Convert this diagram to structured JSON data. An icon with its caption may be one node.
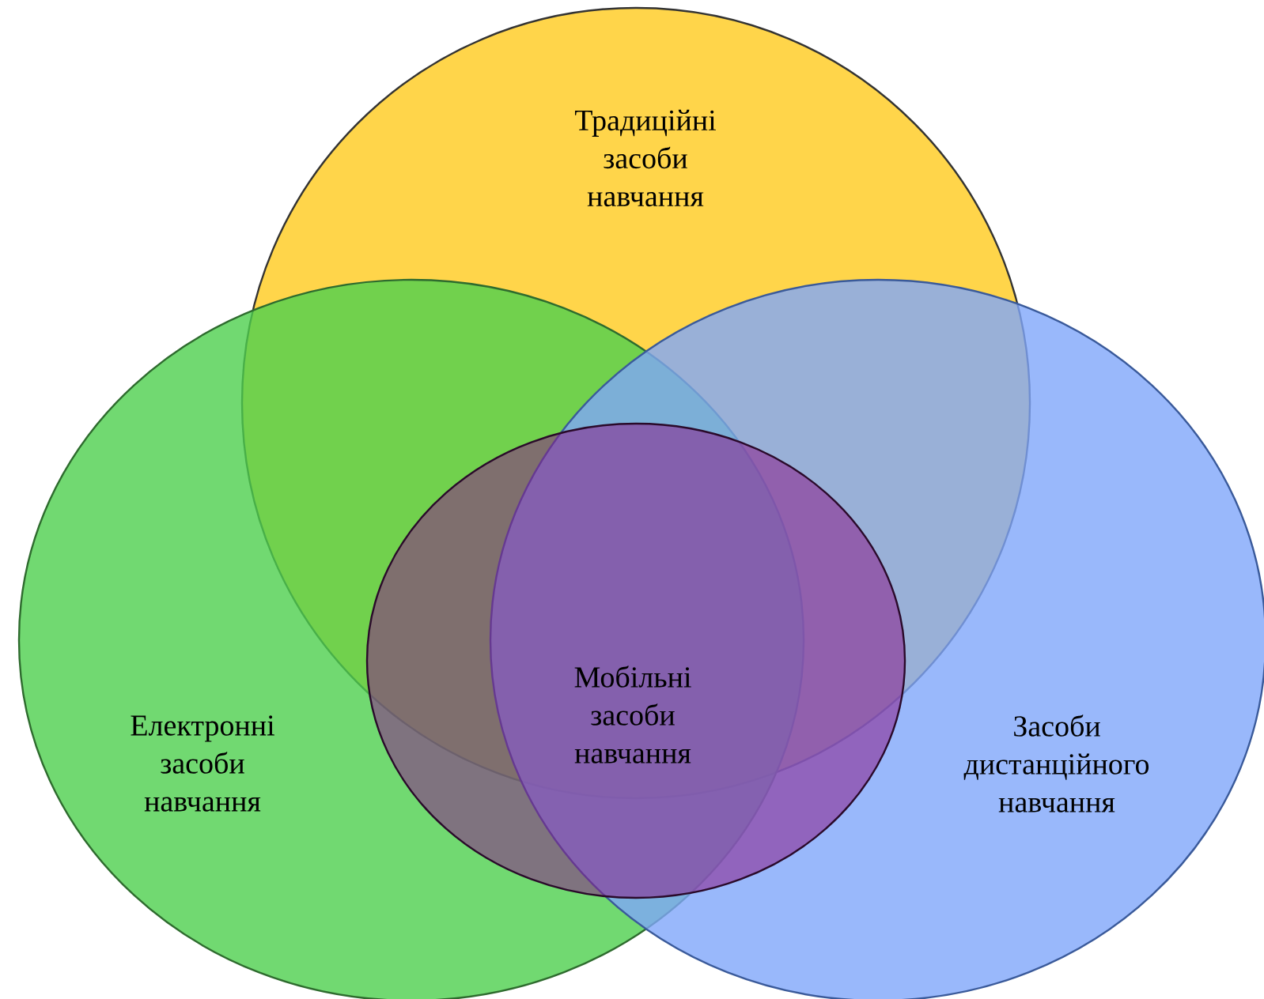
{
  "diagram": {
    "nodes": [
      {
        "text": [
          "Традиційні засоби навчання"
        ]
      },
      {
        "text": [
          "Електронні засоби навчання"
        ]
      },
      {
        "text": [
          "Засоби дистанційного навчання"
        ]
      },
      {
        "text": [
          "Мобільні засоби навчання"
        ]
      }
    ]
  }
}
